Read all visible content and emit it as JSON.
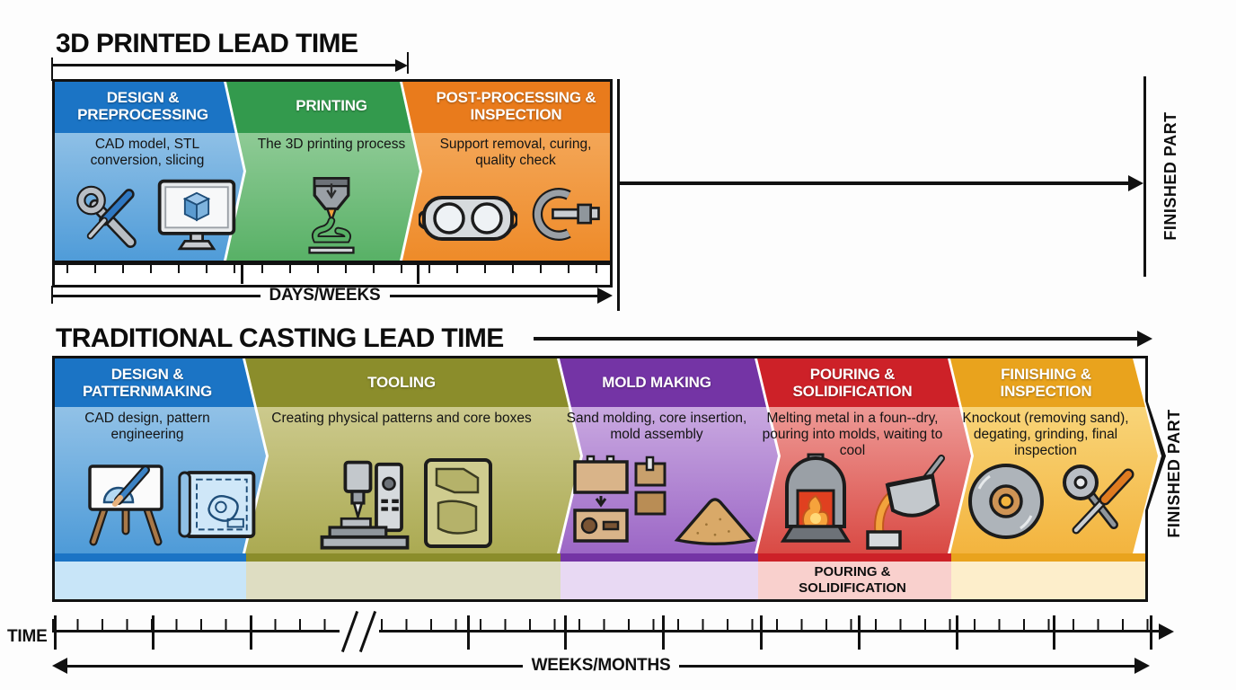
{
  "top_section": {
    "title": "3D PRINTED LEAD TIME",
    "duration_axis_label": "DAYS/WEEKS",
    "finished_part_label": "FINISHED PART",
    "stages": [
      {
        "name": "DESIGN & PREPROCESSING",
        "description": "CAD model, STL conversion, slicing",
        "icons": [
          "wrench-screwdriver-icon",
          "cad-monitor-icon"
        ],
        "header_color": "#1b74c5"
      },
      {
        "name": "PRINTING",
        "description": "The 3D printing process",
        "icons": [
          "printer-nozzle-icon"
        ],
        "header_color": "#339a4d"
      },
      {
        "name": "POST-PROCESSING & INSPECTION",
        "description": "Support removal, curing, quality check",
        "icons": [
          "goggles-icon",
          "micrometer-icon"
        ],
        "header_color": "#e97b1c"
      }
    ]
  },
  "bottom_section": {
    "title": "TRADITIONAL CASTING LEAD TIME",
    "time_axis_label": "TIME",
    "duration_axis_label": "WEEKS/MONTHS",
    "finished_part_label": "FINISHED PART",
    "stages": [
      {
        "name": "DESIGN & PATTERNMAKING",
        "description": "CAD design, pattern engineering",
        "icons": [
          "drafting-easel-icon",
          "blueprint-icon"
        ],
        "header_color": "#1b74c5",
        "tint_color": "#c8e5f8",
        "band_label": ""
      },
      {
        "name": "TOOLING",
        "description": "Creating physical patterns and core boxes",
        "icons": [
          "milling-machine-icon",
          "pattern-plate-icon"
        ],
        "header_color": "#8b8d2b",
        "tint_color": "#deddc2",
        "band_label": ""
      },
      {
        "name": "MOLD MAKING",
        "description": "Sand molding, core insertion, mold assembly",
        "icons": [
          "mold-flasks-icon",
          "sand-pile-icon"
        ],
        "header_color": "#7434a5",
        "tint_color": "#e8d9f3",
        "band_label": ""
      },
      {
        "name": "POURING & SOLIDIFICATION",
        "description": "Melting metal in a foun--dry, pouring into molds, waiting to cool",
        "icons": [
          "furnace-icon",
          "pouring-ladle-icon"
        ],
        "header_color": "#cd2128",
        "tint_color": "#f9d0cd",
        "band_label": "POURING & SOLIDIFICATION"
      },
      {
        "name": "FINISHING & INSPECTION",
        "description": "Knockout (removing sand), degating, grinding, final inspection",
        "icons": [
          "grinding-disc-icon",
          "cutoff-tools-icon"
        ],
        "header_color": "#e9a31d",
        "tint_color": "#fdeecb",
        "band_label": ""
      }
    ]
  }
}
